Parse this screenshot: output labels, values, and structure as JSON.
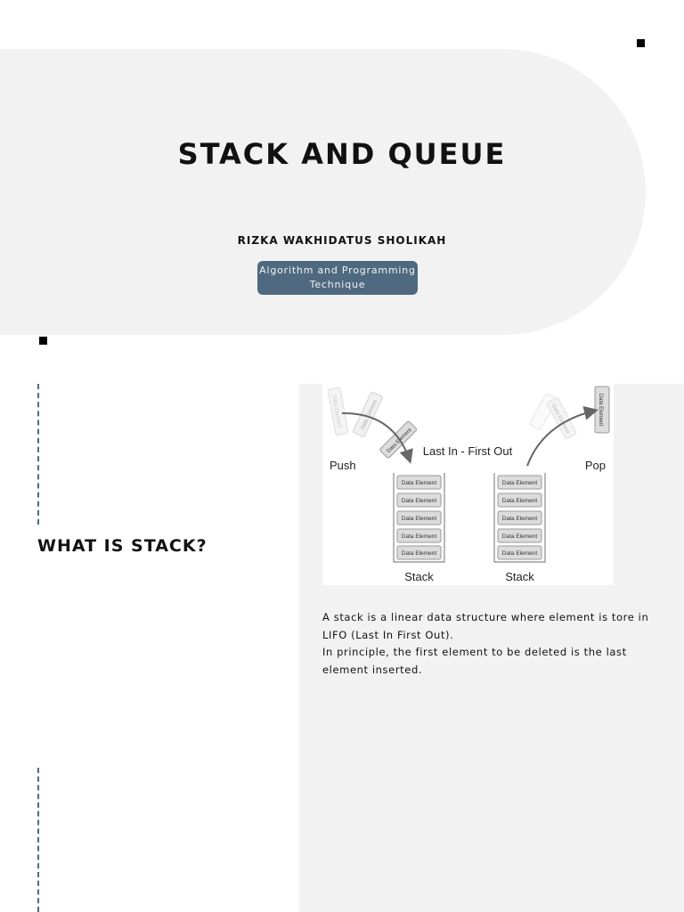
{
  "title": "STACK AND QUEUE",
  "author": "RIZKA WAKHIDATUS SHOLIKAH",
  "course": "Algorithm and Programming Technique",
  "section_heading": "WHAT IS STACK?",
  "figure": {
    "caption": "Last In - First Out",
    "push_label": "Push",
    "pop_label": "Pop",
    "stack_label_left": "Stack",
    "stack_label_right": "Stack",
    "element_label": "Data Element"
  },
  "paragraphs": [
    "A stack is a linear data structure where element is tore in LIFO (Last In First Out).",
    "In principle, the first element to be deleted is the last element inserted."
  ],
  "colors": {
    "accent": "#4f6a80",
    "panel": "#f2f2f2",
    "text": "#111111"
  }
}
